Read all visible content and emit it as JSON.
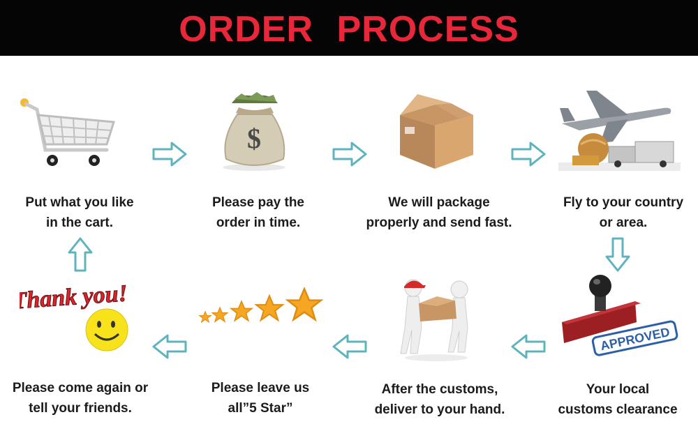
{
  "header": {
    "title": "ORDER PROCESS"
  },
  "steps": [
    {
      "icon": "shopping-cart-icon",
      "caption": "Put what you like\nin the cart."
    },
    {
      "icon": "money-bag-icon",
      "caption": "Please pay the\norder in time."
    },
    {
      "icon": "cardboard-box-icon",
      "caption": "We will package\nproperly and send fast."
    },
    {
      "icon": "airplane-truck-icon",
      "caption": "Fly to your country\nor area."
    },
    {
      "icon": "approved-stamp-icon",
      "caption": "Your local\ncustoms clearance",
      "stamp_text": "APPROVED"
    },
    {
      "icon": "delivery-people-icon",
      "caption": "After the customs,\ndeliver to your hand."
    },
    {
      "icon": "five-stars-icon",
      "caption": "Please leave us\nall”5 Star”"
    },
    {
      "icon": "thank-you-smiley-icon",
      "caption": "Please come again or\ntell your friends.",
      "logo_text": "Thank you!"
    }
  ],
  "colors": {
    "title": "#e8273a",
    "header_bg": "#050505",
    "arrow": "#5fb3bf",
    "star": "#f5a623",
    "smiley": "#f7e21c"
  }
}
